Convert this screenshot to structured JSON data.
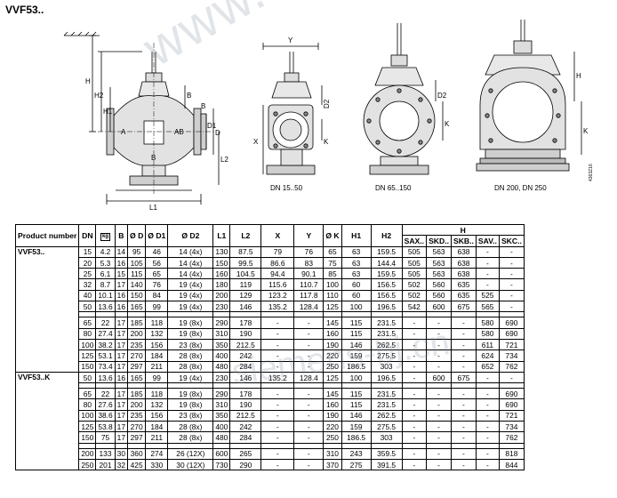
{
  "title": "VVF53..",
  "drawing_labels": {
    "dims_main": [
      "H",
      "H2",
      "H1",
      "B",
      "B",
      "D1",
      "D",
      "L2",
      "L1",
      "A",
      "AB",
      "B"
    ],
    "dims_side": [
      "Y",
      "D2",
      "X",
      "K"
    ],
    "dims_mid": [
      "D2",
      "K"
    ],
    "dims_big": [
      "H",
      "K"
    ],
    "caption_small": "DN 15..50",
    "caption_mid": "DN 65..150",
    "caption_big": "DN 200, DN 250",
    "drawing_id": "4363Z16"
  },
  "watermark": "www.siemens-bj.com",
  "watermark2": "siemens-bj.cn",
  "table": {
    "headers": [
      "Product number",
      "DN",
      "kg",
      "B",
      "Ø D",
      "Ø D1",
      "Ø D2",
      "L1",
      "L2",
      "X",
      "Y",
      "Ø K",
      "H1",
      "H2",
      "H"
    ],
    "h_sub": [
      "SAX..",
      "SKD..",
      "SKB..",
      "SAV..",
      "SKC.."
    ],
    "groups": [
      {
        "product": "VVF53..",
        "blocks": [
          [
            [
              "15",
              "4.2",
              "14",
              "95",
              "46",
              "14 (4x)",
              "130",
              "87.5",
              "79",
              "76",
              "65",
              "63",
              "159.5",
              "505",
              "563",
              "638",
              "-",
              "-"
            ],
            [
              "20",
              "5.3",
              "16",
              "105",
              "56",
              "14 (4x)",
              "150",
              "99.5",
              "86.6",
              "83",
              "75",
              "63",
              "144.4",
              "505",
              "563",
              "638",
              "-",
              "-"
            ],
            [
              "25",
              "6.1",
              "15",
              "115",
              "65",
              "14 (4x)",
              "160",
              "104.5",
              "94.4",
              "90.1",
              "85",
              "63",
              "159.5",
              "505",
              "563",
              "638",
              "-",
              "-"
            ],
            [
              "32",
              "8.7",
              "17",
              "140",
              "76",
              "19 (4x)",
              "180",
              "119",
              "115.6",
              "110.7",
              "100",
              "60",
              "156.5",
              "502",
              "560",
              "635",
              "-",
              "-"
            ],
            [
              "40",
              "10.1",
              "16",
              "150",
              "84",
              "19 (4x)",
              "200",
              "129",
              "123.2",
              "117.8",
              "110",
              "60",
              "156.5",
              "502",
              "560",
              "635",
              "525",
              "-"
            ],
            [
              "50",
              "13.6",
              "16",
              "165",
              "99",
              "19 (4x)",
              "230",
              "146",
              "135.2",
              "128.4",
              "125",
              "100",
              "196.5",
              "542",
              "600",
              "675",
              "565",
              "-"
            ]
          ],
          [
            [
              "65",
              "22",
              "17",
              "185",
              "118",
              "19 (8x)",
              "290",
              "178",
              "-",
              "-",
              "145",
              "115",
              "231.5",
              "-",
              "-",
              "-",
              "580",
              "690"
            ],
            [
              "80",
              "27.4",
              "17",
              "200",
              "132",
              "19 (8x)",
              "310",
              "190",
              "-",
              "-",
              "160",
              "115",
              "231.5",
              "-",
              "-",
              "-",
              "580",
              "690"
            ],
            [
              "100",
              "38.2",
              "17",
              "235",
              "156",
              "23 (8x)",
              "350",
              "212.5",
              "-",
              "-",
              "190",
              "146",
              "262.5",
              "-",
              "-",
              "-",
              "611",
              "721"
            ],
            [
              "125",
              "53.1",
              "17",
              "270",
              "184",
              "28 (8x)",
              "400",
              "242",
              "-",
              "-",
              "220",
              "159",
              "275.5",
              "-",
              "-",
              "-",
              "624",
              "734"
            ],
            [
              "150",
              "73.4",
              "17",
              "297",
              "211",
              "28 (8x)",
              "480",
              "284",
              "-",
              "-",
              "250",
              "186.5",
              "303",
              "-",
              "-",
              "-",
              "652",
              "762"
            ]
          ]
        ]
      },
      {
        "product": "VVF53..K",
        "blocks": [
          [
            [
              "50",
              "13.6",
              "16",
              "165",
              "99",
              "19 (4x)",
              "230",
              "146",
              "135.2",
              "128.4",
              "125",
              "100",
              "196.5",
              "-",
              "600",
              "675",
              "-",
              "-"
            ]
          ],
          [
            [
              "65",
              "22",
              "17",
              "185",
              "118",
              "19 (8x)",
              "290",
              "178",
              "-",
              "-",
              "145",
              "115",
              "231.5",
              "-",
              "-",
              "-",
              "-",
              "690"
            ],
            [
              "80",
              "27.6",
              "17",
              "200",
              "132",
              "19 (8x)",
              "310",
              "190",
              "-",
              "-",
              "160",
              "115",
              "231.5",
              "-",
              "-",
              "-",
              "-",
              "690"
            ],
            [
              "100",
              "38.6",
              "17",
              "235",
              "156",
              "23 (8x)",
              "350",
              "212.5",
              "-",
              "-",
              "190",
              "146",
              "262.5",
              "-",
              "-",
              "-",
              "-",
              "721"
            ],
            [
              "125",
              "53.8",
              "17",
              "270",
              "184",
              "28 (8x)",
              "400",
              "242",
              "-",
              "-",
              "220",
              "159",
              "275.5",
              "-",
              "-",
              "-",
              "-",
              "734"
            ],
            [
              "150",
              "75",
              "17",
              "297",
              "211",
              "28 (8x)",
              "480",
              "284",
              "-",
              "-",
              "250",
              "186.5",
              "303",
              "-",
              "-",
              "-",
              "-",
              "762"
            ]
          ],
          [
            [
              "200",
              "133",
              "30",
              "360",
              "274",
              "26 (12X)",
              "600",
              "265",
              "-",
              "-",
              "310",
              "243",
              "359.5",
              "-",
              "-",
              "-",
              "-",
              "818"
            ],
            [
              "250",
              "201",
              "32",
              "425",
              "330",
              "30 (12X)",
              "730",
              "290",
              "-",
              "-",
              "370",
              "275",
              "391.5",
              "-",
              "-",
              "-",
              "-",
              "844"
            ]
          ]
        ]
      }
    ]
  }
}
